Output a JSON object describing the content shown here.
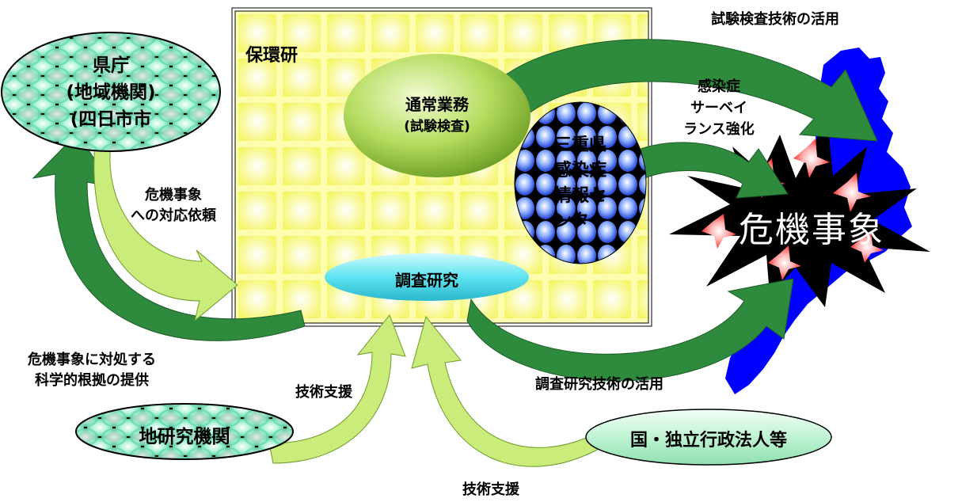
{
  "center": {
    "title": "保環研"
  },
  "routine": {
    "line1": "通常業務",
    "line2": "(試験検査)"
  },
  "center_info": {
    "lines": [
      "三重県",
      "感染症",
      "情報セ",
      "ンター"
    ]
  },
  "research": {
    "label": "調査研究"
  },
  "prefecture": {
    "lines": [
      "県庁",
      "(地域機関)",
      "(四日市市"
    ]
  },
  "local_lab": {
    "label": "地研究機関"
  },
  "national": {
    "label": "国・独立行政法人等"
  },
  "crisis": {
    "label": "危機事象"
  },
  "arrows": {
    "testing_use": "試験検査技術の活用",
    "surveillance": [
      "感染症",
      "サーベイ",
      "ランス強化"
    ],
    "request": [
      "危機事象",
      "への対応依頼"
    ],
    "evidence": [
      "危機事象に対処する",
      "科学的根拠の提供"
    ],
    "tech_support_1": "技術支援",
    "research_use": "調査研究技術の活用",
    "tech_support_2": "技術支援"
  },
  "colors": {
    "arrow_dark": "#2e8b3e",
    "arrow_light": "#c9ec7a",
    "box_fill": "#fdfdb0",
    "map_blue": "#0000ff",
    "burst_red": "#ff2020",
    "research_fill": "#5fe3f0"
  }
}
